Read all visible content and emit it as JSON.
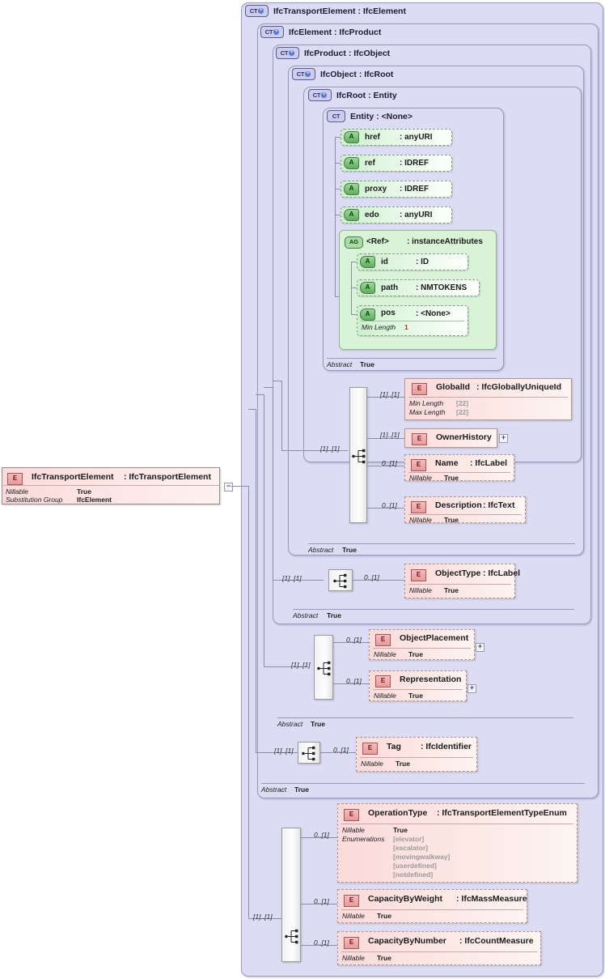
{
  "diagram": {
    "kind": "xsd-schema-diagram",
    "root_element": {
      "icon": "element-icon",
      "name": "IfcTransportElement",
      "type": "IfcTransportElement",
      "facets": [
        {
          "key": "Nillable",
          "value": "True"
        },
        {
          "key": "Substitution Group",
          "value": "IfcElement"
        }
      ],
      "collapser": "minus-box"
    },
    "containers": [
      {
        "icon": "complextype-icon",
        "name": "IfcTransportElement",
        "type": "IfcElement"
      },
      {
        "icon": "complextype-icon",
        "name": "IfcElement",
        "type": "IfcProduct"
      },
      {
        "icon": "complextype-icon",
        "name": "IfcProduct",
        "type": "IfcObject"
      },
      {
        "icon": "complextype-icon",
        "name": "IfcObject",
        "type": "IfcRoot"
      },
      {
        "icon": "complextype-icon",
        "name": "IfcRoot",
        "type": "Entity"
      },
      {
        "icon": "complextype-icon",
        "name": "Entity",
        "type": "<None>"
      }
    ],
    "container_titles": [
      "IfcTransportElement : IfcElement",
      "IfcElement : IfcProduct",
      "IfcProduct : IfcObject",
      "IfcObject : IfcRoot",
      "IfcRoot   : Entity",
      "Entity    : <None>"
    ],
    "abstract_footers": [
      {
        "key": "Abstract",
        "value": "True"
      },
      {
        "key": "Abstract",
        "value": "True"
      },
      {
        "key": "Abstract",
        "value": "True"
      },
      {
        "key": "Abstract",
        "value": "True"
      },
      {
        "key": "Abstract",
        "value": "True"
      }
    ],
    "attributes": [
      {
        "icon": "attribute-icon",
        "name": "href",
        "type": ": anyURI"
      },
      {
        "icon": "attribute-icon",
        "name": "ref",
        "type": ": IDREF"
      },
      {
        "icon": "attribute-icon",
        "name": "proxy",
        "type": ": IDREF"
      },
      {
        "icon": "attribute-icon",
        "name": "edo",
        "type": ": anyURI"
      }
    ],
    "attribute_group": {
      "icon": "attribute-group-icon",
      "name": "<Ref>",
      "type": ": instanceAttributes",
      "members": [
        {
          "icon": "attribute-icon",
          "name": "id",
          "type": ": ID"
        },
        {
          "icon": "attribute-icon",
          "name": "path",
          "type": ": NMTOKENS"
        },
        {
          "icon": "attribute-icon",
          "name": "pos",
          "type": ": <None>",
          "facets": [
            {
              "key": "Min Length",
              "value": "1"
            }
          ]
        }
      ]
    },
    "elements": [
      {
        "icon": "element-icon",
        "name": "GlobalId",
        "type": ": IfcGloballyUniqueId",
        "cardinality": "[1]..[1]",
        "required": true,
        "expander": null,
        "facets": [
          {
            "key": "Min Length",
            "value": "[22]"
          },
          {
            "key": "Max Length",
            "value": "[22]"
          }
        ]
      },
      {
        "icon": "element-icon",
        "name": "OwnerHistory",
        "type": "",
        "cardinality": "[1]..[1]",
        "required": true,
        "expander": "plus-box",
        "facets": []
      },
      {
        "icon": "element-icon",
        "name": "Name",
        "type": ": IfcLabel",
        "cardinality": "0..[1]",
        "required": false,
        "expander": null,
        "facets": [
          {
            "key": "Nillable",
            "value": "True"
          }
        ]
      },
      {
        "icon": "element-icon",
        "name": "Description",
        "type": ": IfcText",
        "cardinality": "0..[1]",
        "required": false,
        "expander": null,
        "facets": [
          {
            "key": "Nillable",
            "value": "True"
          }
        ]
      },
      {
        "icon": "element-icon",
        "name": "ObjectType",
        "type": ": IfcLabel",
        "cardinality": "0..[1]",
        "required": false,
        "expander": null,
        "facets": [
          {
            "key": "Nillable",
            "value": "True"
          }
        ]
      },
      {
        "icon": "element-icon",
        "name": "ObjectPlacement",
        "type": "",
        "cardinality": "0..[1]",
        "required": false,
        "expander": "plus-box",
        "facets": [
          {
            "key": "Nillable",
            "value": "True"
          }
        ]
      },
      {
        "icon": "element-icon",
        "name": "Representation",
        "type": "",
        "cardinality": "0..[1]",
        "required": false,
        "expander": "plus-box",
        "facets": [
          {
            "key": "Nillable",
            "value": "True"
          }
        ]
      },
      {
        "icon": "element-icon",
        "name": "Tag",
        "type": ": IfcIdentifier",
        "cardinality": "0..[1]",
        "required": false,
        "expander": null,
        "facets": [
          {
            "key": "Nillable",
            "value": "True"
          }
        ]
      },
      {
        "icon": "element-icon",
        "name": "OperationType",
        "type": ": IfcTransportElementTypeEnum",
        "cardinality": "0..[1]",
        "required": false,
        "expander": null,
        "facets": [
          {
            "key": "Nillable",
            "value": "True"
          },
          {
            "key": "Enumerations",
            "value": ""
          }
        ],
        "enumerations": [
          "[elevator]",
          "[escalator]",
          "[movingwalkway]",
          "[userdefined]",
          "[notdefined]"
        ]
      },
      {
        "icon": "element-icon",
        "name": "CapacityByWeight",
        "type": ": IfcMassMeasure",
        "cardinality": "0..[1]",
        "required": false,
        "expander": null,
        "facets": [
          {
            "key": "Nillable",
            "value": "True"
          }
        ]
      },
      {
        "icon": "element-icon",
        "name": "CapacityByNumber",
        "type": ": IfcCountMeasure",
        "cardinality": "0..[1]",
        "required": false,
        "expander": null,
        "facets": [
          {
            "key": "Nillable",
            "value": "True"
          }
        ]
      }
    ],
    "compositors": [
      {
        "icon": "sequence-icon",
        "cardinality": "[1]..[1]"
      },
      {
        "icon": "sequence-icon",
        "cardinality": "[1]..[1]"
      },
      {
        "icon": "sequence-icon",
        "cardinality": "[1]..[1]"
      },
      {
        "icon": "sequence-icon",
        "cardinality": "[1]..[1]"
      },
      {
        "icon": "sequence-icon",
        "cardinality": "[1]..[1]"
      }
    ],
    "colors": {
      "container_bg": "#dcdcf4",
      "attribute_bg": "#d8f3d8",
      "element_bg": "#fbdada",
      "compositor_bg": "#f2f2f2",
      "canvas_bg": "#ffffff"
    }
  }
}
